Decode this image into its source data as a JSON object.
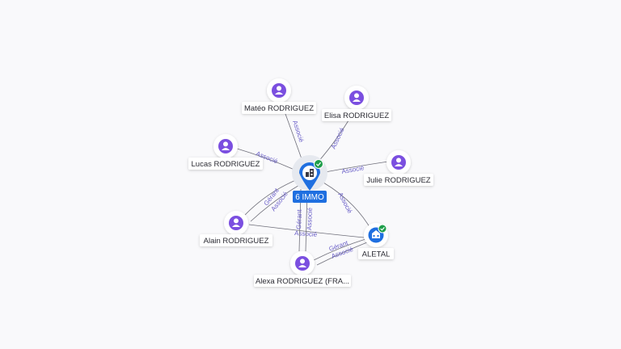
{
  "focus": {
    "label": "6 IMMO",
    "icon": "company-icon",
    "verified": true,
    "color": "#1f6fe0"
  },
  "people": [
    {
      "id": "mateo",
      "label": "Matéo RODRIGUEZ",
      "icon": "person-icon"
    },
    {
      "id": "elisa",
      "label": "Elisa RODRIGUEZ",
      "icon": "person-icon"
    },
    {
      "id": "lucas",
      "label": "Lucas RODRIGUEZ",
      "icon": "person-icon"
    },
    {
      "id": "julie",
      "label": "Julie RODRIGUEZ",
      "icon": "person-icon"
    },
    {
      "id": "alain",
      "label": "Alain RODRIGUEZ",
      "icon": "person-icon"
    },
    {
      "id": "alexa",
      "label": "Alexa RODRIGUEZ (FRA...",
      "icon": "person-icon"
    }
  ],
  "companies": [
    {
      "id": "aletal",
      "label": "ALETAL",
      "icon": "company-icon",
      "verified": true
    }
  ],
  "edge_labels": {
    "associe": "Associé",
    "gerant": "Gérant"
  },
  "colors": {
    "person": "#7b4fe0",
    "company": "#1f6fe0",
    "verified": "#1e9e4a",
    "edge_label": "#6a5fc8"
  }
}
